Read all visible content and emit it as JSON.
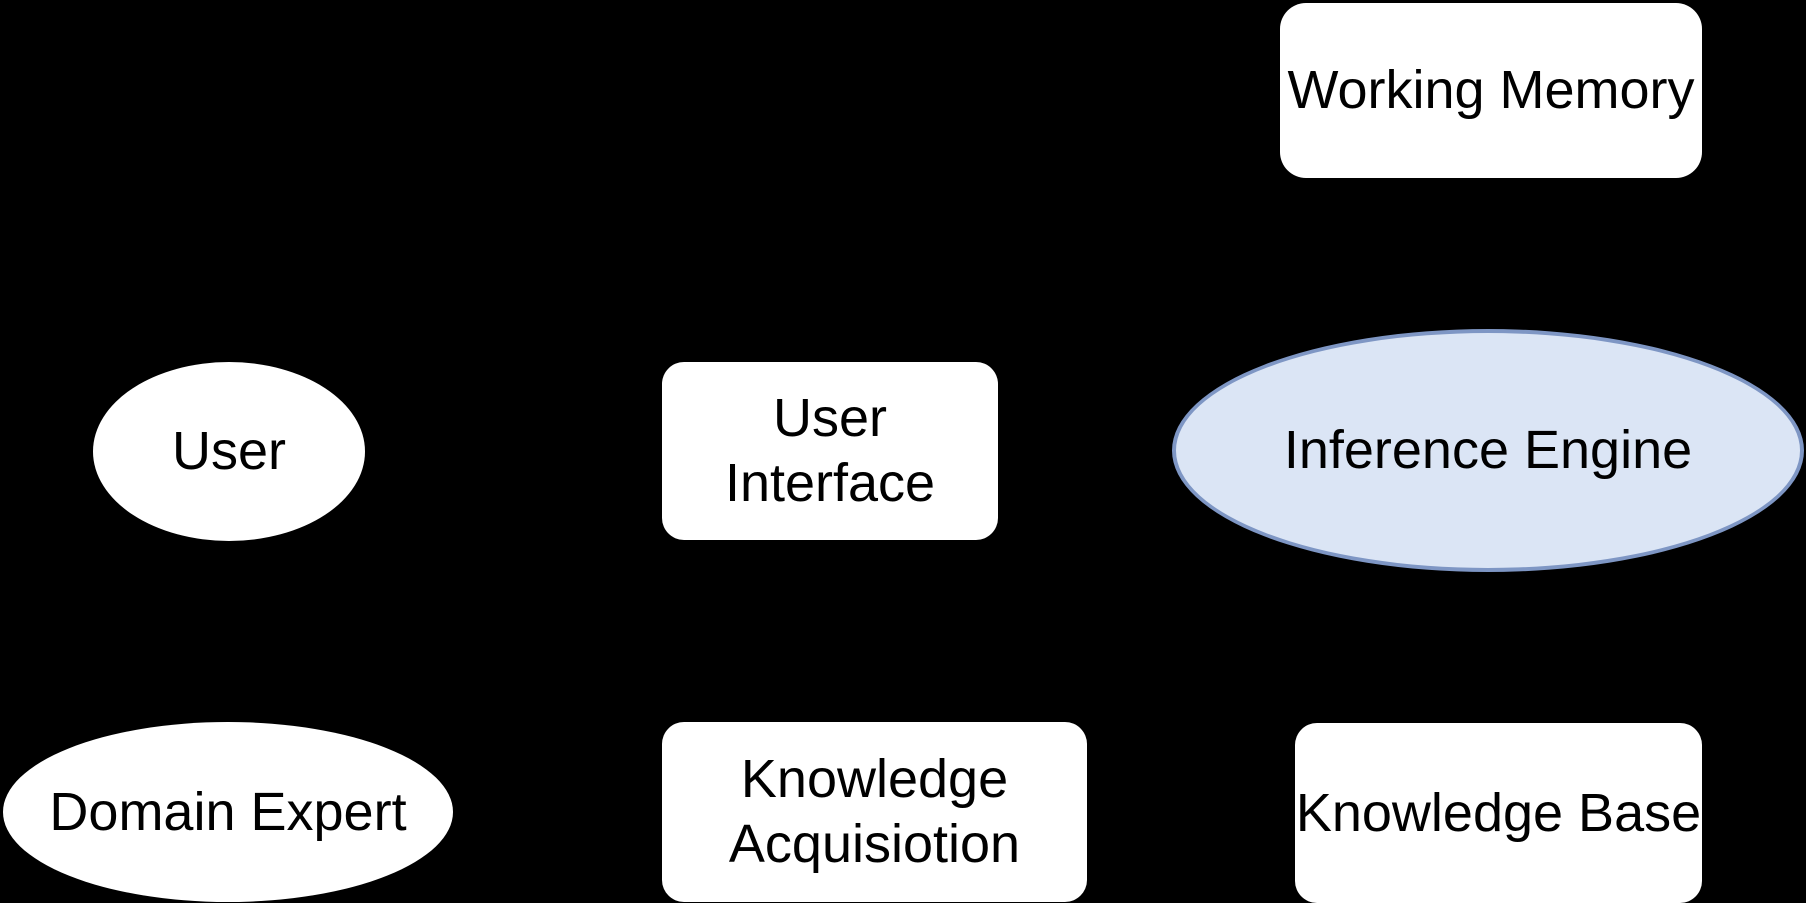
{
  "diagram": {
    "background_color": "#000000",
    "text_color": "#000000",
    "nodes": {
      "working_memory": {
        "label": "Working Memory",
        "shape": "rounded-rect",
        "fill": "#ffffff"
      },
      "user": {
        "label": "User",
        "shape": "ellipse",
        "fill": "#ffffff"
      },
      "user_interface": {
        "lines": [
          "User",
          "Interface"
        ],
        "shape": "rounded-rect",
        "fill": "#ffffff"
      },
      "inference_engine": {
        "label": "Inference Engine",
        "shape": "ellipse",
        "fill": "#dbe5f5",
        "stroke": "#7e96c4"
      },
      "domain_expert": {
        "label": "Domain Expert",
        "shape": "ellipse",
        "fill": "#ffffff"
      },
      "knowledge_acquisition": {
        "lines": [
          "Knowledge",
          "Acquisiotion"
        ],
        "shape": "rounded-rect",
        "fill": "#ffffff"
      },
      "knowledge_base": {
        "label": "Knowledge Base",
        "shape": "rounded-rect",
        "fill": "#ffffff"
      }
    }
  }
}
